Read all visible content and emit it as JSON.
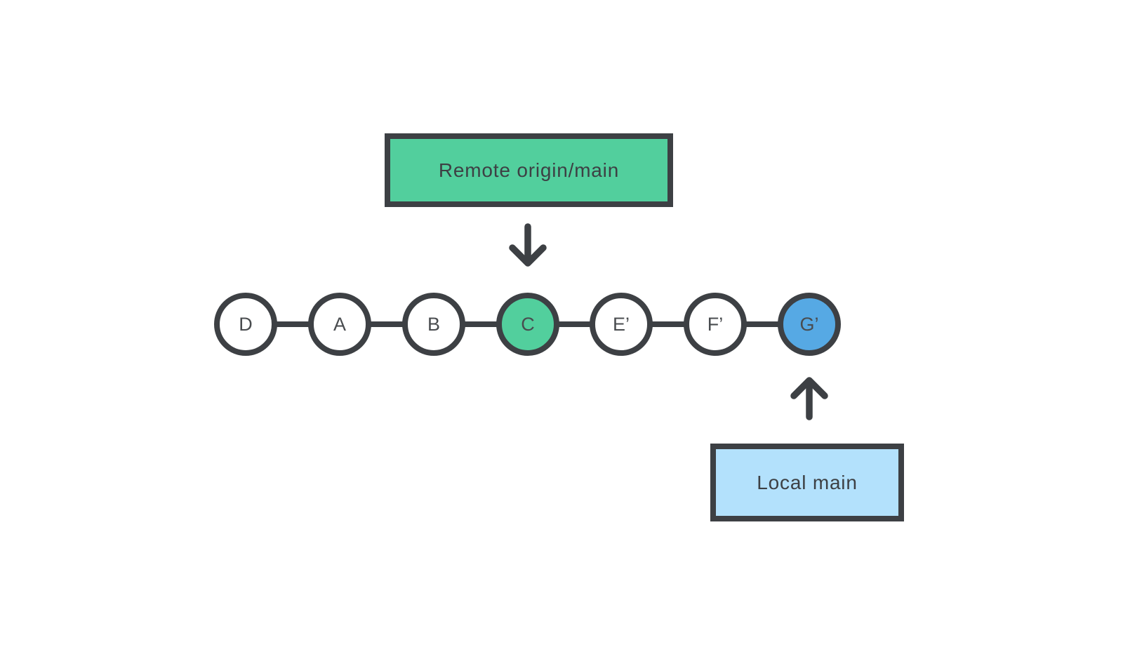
{
  "colors": {
    "dark": "#3d4044",
    "green": "#52cf9d",
    "blue": "#56a9e4",
    "light_blue": "#b3e1fc",
    "white": "#ffffff"
  },
  "remote_box": {
    "label": "Remote origin/main"
  },
  "local_box": {
    "label": "Local main"
  },
  "icons": {
    "remote_pointer": "arrow-down-icon",
    "local_pointer": "arrow-up-icon"
  },
  "commits": [
    {
      "label": "D",
      "fill": "white"
    },
    {
      "label": "A",
      "fill": "white"
    },
    {
      "label": "B",
      "fill": "white"
    },
    {
      "label": "C",
      "fill": "green"
    },
    {
      "label": "E’",
      "fill": "white"
    },
    {
      "label": "F’",
      "fill": "white"
    },
    {
      "label": "G’",
      "fill": "blue"
    }
  ]
}
